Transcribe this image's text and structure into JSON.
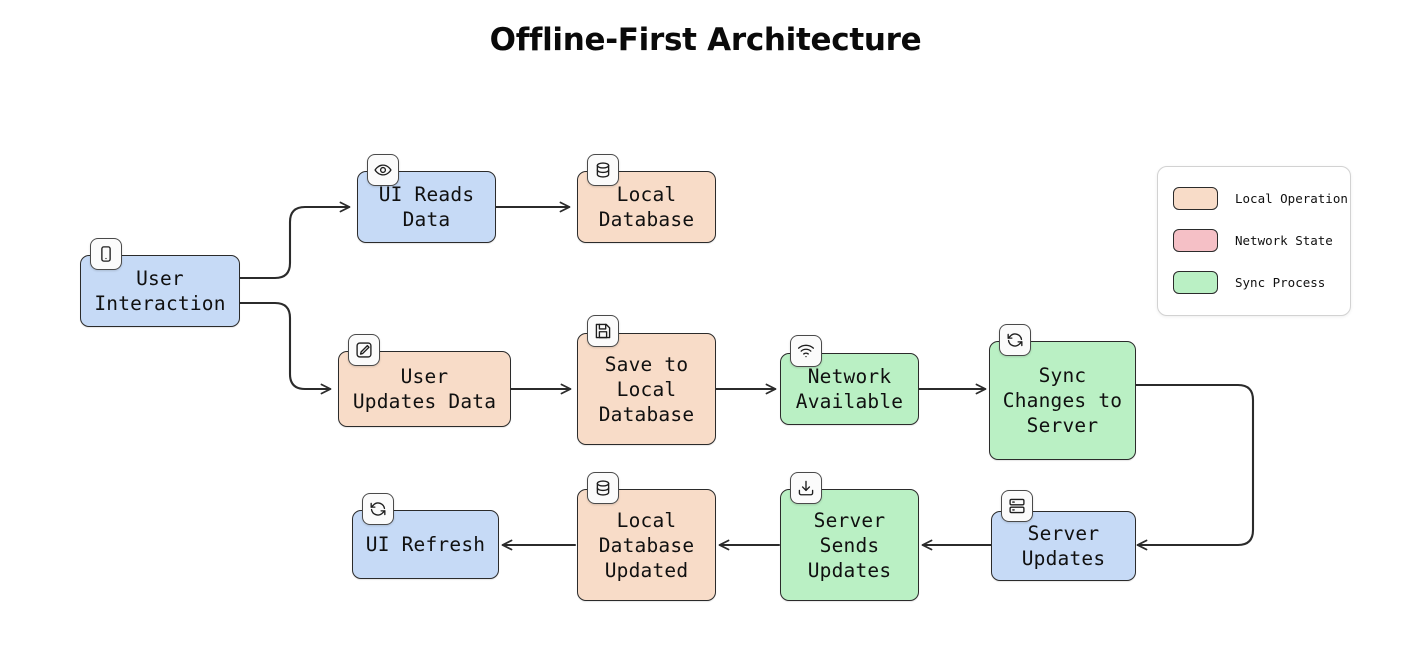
{
  "title": "Offline-First Architecture",
  "colors": {
    "local_operation": "#f8dcc8",
    "network_state": "#f5c0c6",
    "sync_process": "#baf0c4",
    "ui_node": "#c6daf6",
    "stroke": "#2b2b2b",
    "background": "#ffffff"
  },
  "legend": {
    "items": [
      {
        "label": "Local Operation",
        "color": "#f8dcc8",
        "swatch_name": "legend-swatch-local-operation"
      },
      {
        "label": "Network State",
        "color": "#f5c0c6",
        "swatch_name": "legend-swatch-network-state"
      },
      {
        "label": "Sync Process",
        "color": "#baf0c4",
        "swatch_name": "legend-swatch-sync-process"
      }
    ]
  },
  "nodes": [
    {
      "id": "user-interaction",
      "label": "User\nInteraction",
      "icon": "smartphone-icon",
      "category": "ui"
    },
    {
      "id": "ui-reads-data",
      "label": "UI Reads\nData",
      "icon": "eye-icon",
      "category": "ui"
    },
    {
      "id": "local-database",
      "label": "Local\nDatabase",
      "icon": "database-icon",
      "category": "local_operation"
    },
    {
      "id": "user-updates-data",
      "label": "User\nUpdates Data",
      "icon": "edit-icon",
      "category": "local_operation"
    },
    {
      "id": "save-to-local-database",
      "label": "Save to\nLocal\nDatabase",
      "icon": "save-icon",
      "category": "local_operation"
    },
    {
      "id": "network-available",
      "label": "Network\nAvailable",
      "icon": "wifi-icon",
      "category": "sync_process"
    },
    {
      "id": "sync-changes-to-server",
      "label": "Sync\nChanges to\nServer",
      "icon": "sync-icon",
      "category": "sync_process"
    },
    {
      "id": "server-updates",
      "label": "Server\nUpdates",
      "icon": "server-icon",
      "category": "ui"
    },
    {
      "id": "server-sends-updates",
      "label": "Server\nSends\nUpdates",
      "icon": "download-icon",
      "category": "sync_process"
    },
    {
      "id": "local-database-updated",
      "label": "Local\nDatabase\nUpdated",
      "icon": "database-icon",
      "category": "local_operation"
    },
    {
      "id": "ui-refresh",
      "label": "UI Refresh",
      "icon": "sync-icon",
      "category": "ui"
    }
  ],
  "edges": [
    {
      "from": "user-interaction",
      "to": "ui-reads-data"
    },
    {
      "from": "ui-reads-data",
      "to": "local-database"
    },
    {
      "from": "user-interaction",
      "to": "user-updates-data"
    },
    {
      "from": "user-updates-data",
      "to": "save-to-local-database"
    },
    {
      "from": "save-to-local-database",
      "to": "network-available"
    },
    {
      "from": "network-available",
      "to": "sync-changes-to-server"
    },
    {
      "from": "sync-changes-to-server",
      "to": "server-updates"
    },
    {
      "from": "server-updates",
      "to": "server-sends-updates"
    },
    {
      "from": "server-sends-updates",
      "to": "local-database-updated"
    },
    {
      "from": "local-database-updated",
      "to": "ui-refresh"
    }
  ]
}
